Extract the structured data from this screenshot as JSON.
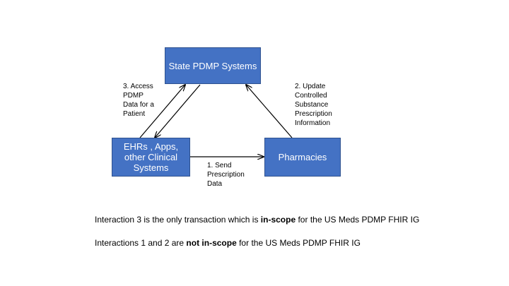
{
  "nodes": {
    "pdmp": "State PDMP Systems",
    "ehr": "EHRs , Apps,\nother Clinical\nSystems",
    "pharmacies": "Pharmacies"
  },
  "edges": {
    "access": "3. Access\nPDMP\nData for a\nPatient",
    "update": "2. Update\nControlled\nSubstance\nPrescription\nInformation",
    "send": "1. Send\nPrescription\nData"
  },
  "notes": {
    "line1": {
      "before": "Interaction 3 is the only transaction which is ",
      "bold": "in-scope",
      "after": " for the US Meds PDMP FHIR IG"
    },
    "line2": {
      "before": "Interactions 1 and 2 are ",
      "bold": "not in-scope",
      "after": " for the US Meds PDMP FHIR IG"
    }
  },
  "colors": {
    "box_fill": "#4472C4",
    "box_border": "#2F528F",
    "arrow": "#000000"
  }
}
